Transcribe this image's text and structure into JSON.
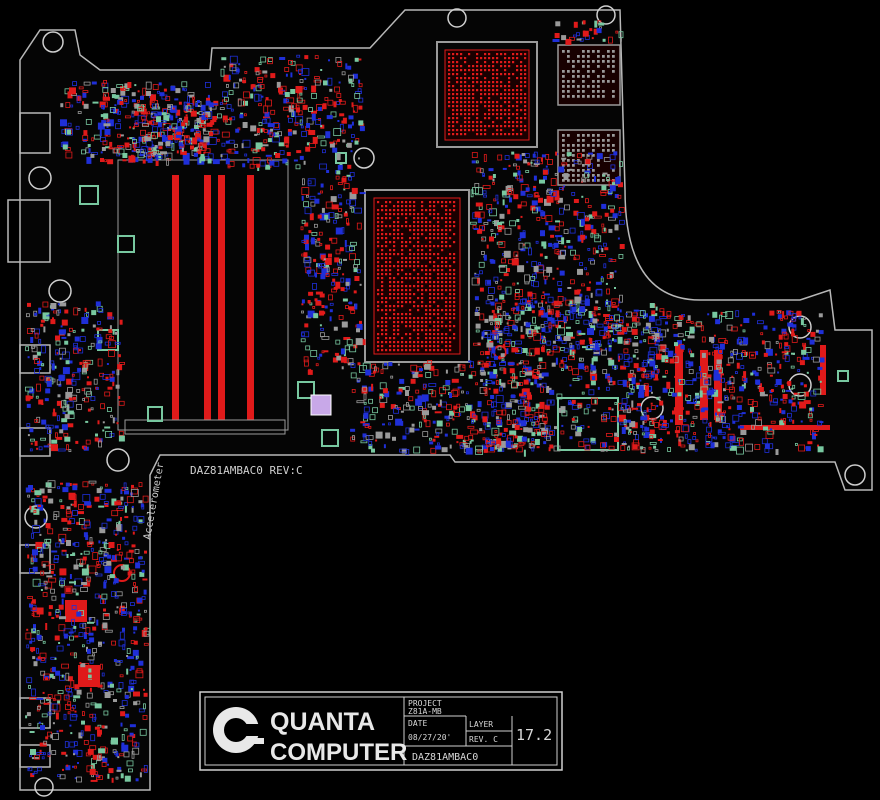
{
  "board": {
    "silkscreen_part_number": "DAZ81AMBAC0 REV:C",
    "vertical_label": "Accelerometer"
  },
  "title_block": {
    "logo_line1": "QUANTA",
    "logo_line2": "COMPUTER",
    "project_label": "PROJECT",
    "project_value": "Z81A-MB",
    "date_label": "DATE",
    "date_value": "08/27/20'",
    "layer_label": "LAYER",
    "rev_label": "REV. C",
    "part_number": "DAZ81AMBAC0",
    "layer_value": "17.2"
  },
  "colors": {
    "outline": "#b8b8b8",
    "trace_red": "#e01a1a",
    "via_blue": "#1f2fd8",
    "component_green": "#78c8a0",
    "highlight_purple": "#c8a8e8",
    "pad_gray": "#9a9a9a"
  }
}
